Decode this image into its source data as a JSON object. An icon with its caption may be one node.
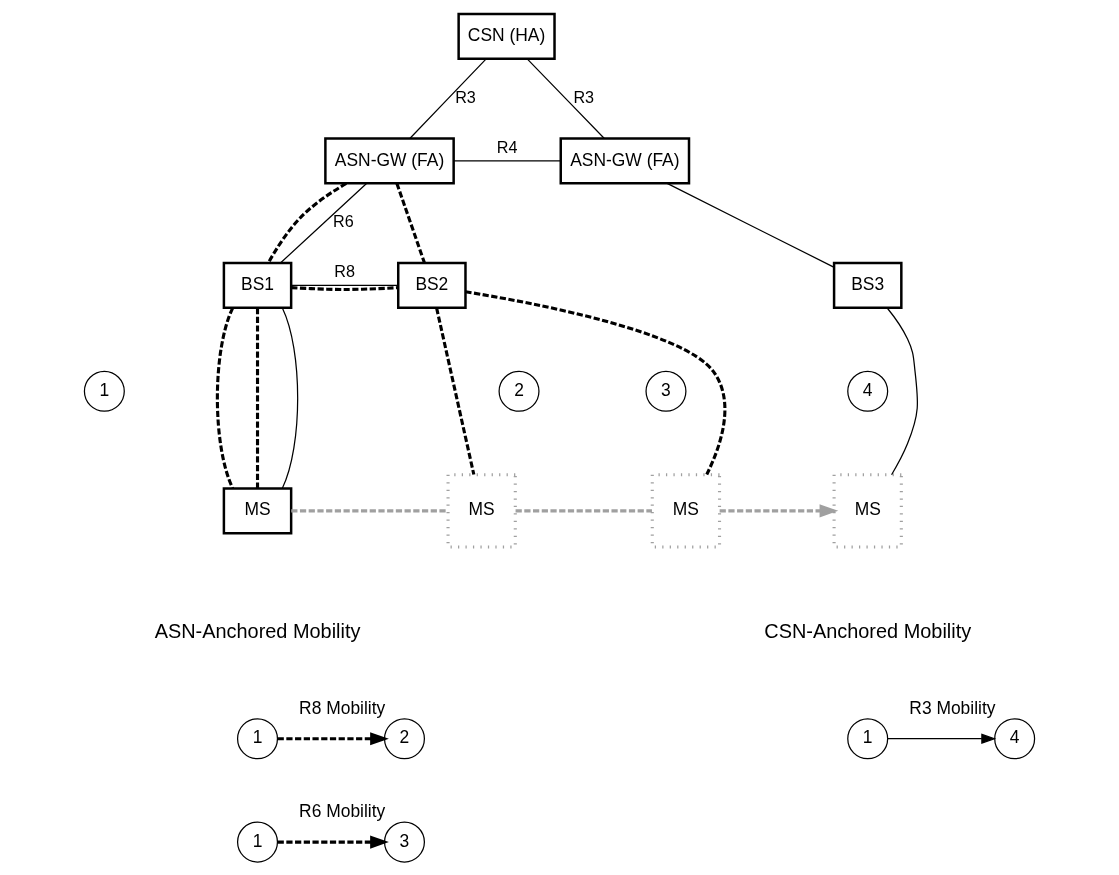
{
  "diagram": {
    "nodes": [
      {
        "text": [
          "CSN (HA)"
        ]
      },
      {
        "text": [
          "ASN-GW (FA)"
        ]
      },
      {
        "text": [
          "ASN-GW (FA)"
        ]
      },
      {
        "text": [
          "BS1"
        ]
      },
      {
        "text": [
          "BS2"
        ]
      },
      {
        "text": [
          "BS3"
        ]
      },
      {
        "text": [
          "1"
        ]
      },
      {
        "text": [
          "2"
        ]
      },
      {
        "text": [
          "3"
        ]
      },
      {
        "text": [
          "4"
        ]
      },
      {
        "text": [
          "MS"
        ]
      },
      {
        "text": [
          "MS"
        ]
      },
      {
        "text": [
          "MS"
        ]
      },
      {
        "text": [
          "MS"
        ]
      },
      {
        "text": [
          "1"
        ]
      },
      {
        "text": [
          "2"
        ],
        "beside": [
          "R8 Mobility"
        ]
      },
      {
        "text": [
          "1"
        ]
      },
      {
        "text": [
          "3"
        ],
        "beside": [
          "R6 Mobility"
        ]
      },
      {
        "text": [
          "1"
        ]
      },
      {
        "text": [
          "4"
        ],
        "beside": [
          "R3 Mobility"
        ]
      }
    ],
    "edges": [
      {
        "from": 0,
        "to": 1,
        "arrow": "none",
        "label": "R3"
      },
      {
        "from": 0,
        "to": 2,
        "arrow": "none",
        "label": "R3"
      },
      {
        "from": 1,
        "to": 2,
        "arrow": "none",
        "label": "R4"
      },
      {
        "from": 1,
        "to": 3,
        "arrow": "none",
        "label": "R6"
      },
      {
        "from": 1,
        "to": 3,
        "arrow": "none",
        "style": "dashed"
      },
      {
        "from": 1,
        "to": 4,
        "arrow": "none",
        "style": "dashed"
      },
      {
        "from": 2,
        "to": 5,
        "arrow": "none"
      },
      {
        "from": 3,
        "to": 4,
        "arrow": "none",
        "label": "R8"
      },
      {
        "from": 3,
        "to": 4,
        "arrow": "none",
        "style": "dashed"
      },
      {
        "from": 3,
        "to": 10,
        "arrow": "none",
        "style": "dashed"
      },
      {
        "from": 3,
        "to": 10,
        "arrow": "none",
        "style": "dashed"
      },
      {
        "from": 3,
        "to": 10,
        "arrow": "none"
      },
      {
        "from": 4,
        "to": 11,
        "arrow": "none",
        "style": "dashed"
      },
      {
        "from": 4,
        "to": 12,
        "arrow": "none",
        "style": "dashed"
      },
      {
        "from": 5,
        "to": 13,
        "arrow": "none"
      },
      {
        "from": 10,
        "to": 11,
        "arrow": "none",
        "style": "dashed",
        "color": "#a0a0a0"
      },
      {
        "from": 11,
        "to": 12,
        "arrow": "none",
        "style": "dashed",
        "color": "#a0a0a0"
      },
      {
        "from": 12,
        "to": 13,
        "arrow": "to",
        "style": "dashed",
        "color": "#a0a0a0"
      },
      {
        "from": 14,
        "to": 15,
        "arrow": "to",
        "style": "dashed"
      },
      {
        "from": 16,
        "to": 17,
        "arrow": "to",
        "style": "dashed"
      },
      {
        "from": 18,
        "to": 19,
        "arrow": "to"
      }
    ],
    "labels": [
      "ASN-Anchored Mobility",
      "CSN-Anchored Mobility"
    ]
  }
}
